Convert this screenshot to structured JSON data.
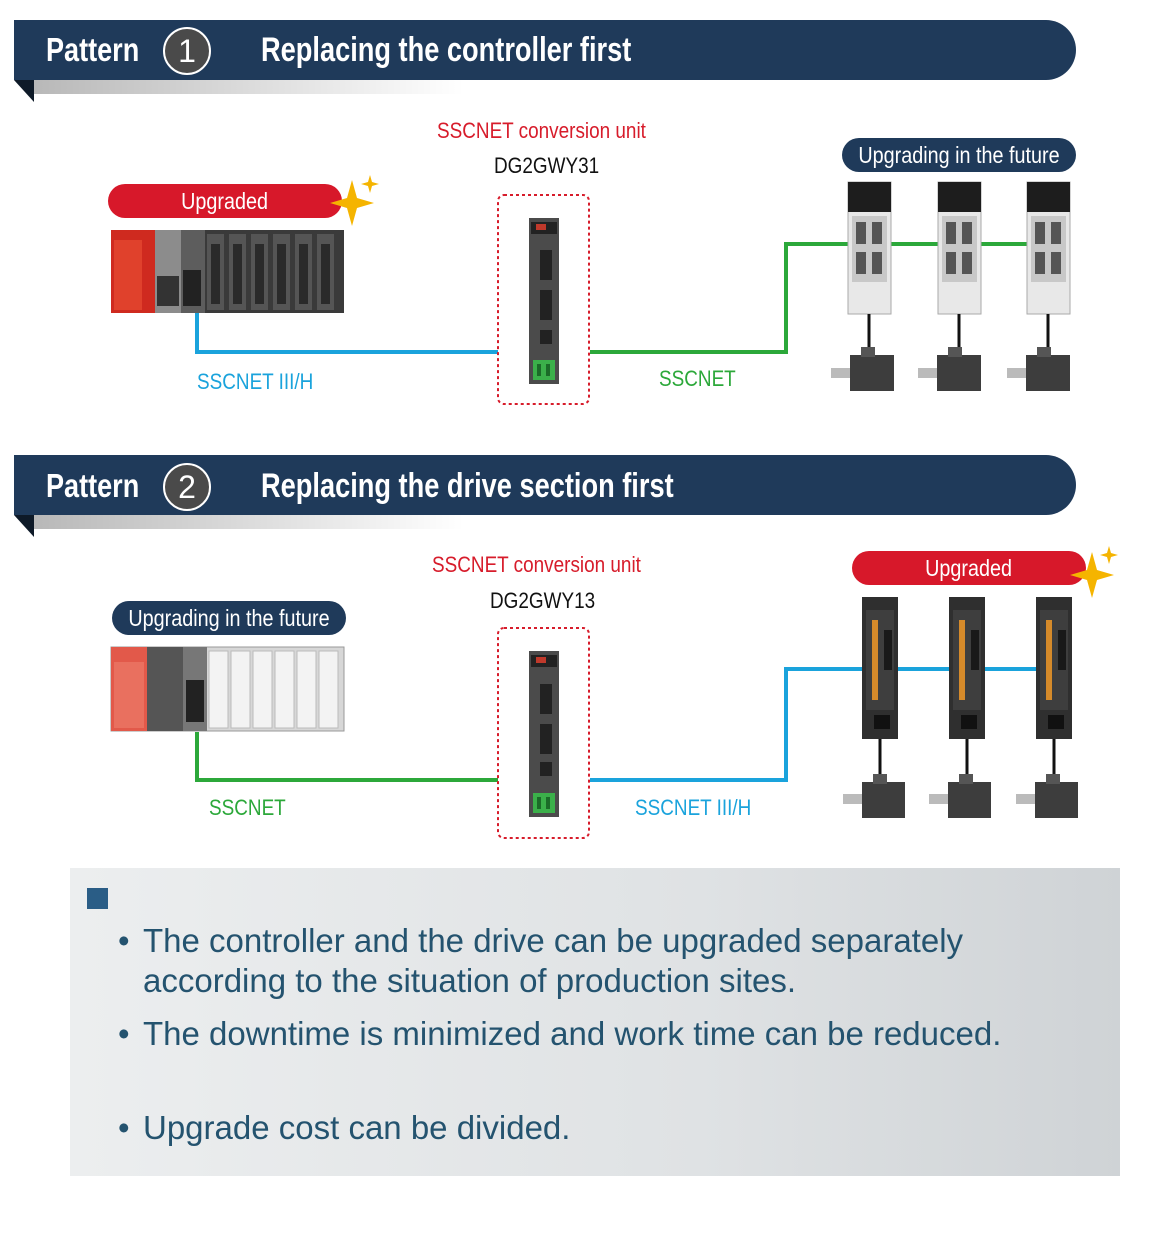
{
  "pattern1": {
    "word": "Pattern",
    "number": "1",
    "title": "Replacing the controller first",
    "unit_label": "SSCNET conversion unit",
    "unit_model": "DG2GWY31",
    "controller_badge": "Upgraded",
    "drives_badge": "Upgrading in the future",
    "left_link": "SSCNET III/H",
    "right_link": "SSCNET"
  },
  "pattern2": {
    "word": "Pattern",
    "number": "2",
    "title": "Replacing the drive section first",
    "unit_label": "SSCNET conversion unit",
    "unit_model": "DG2GWY13",
    "controller_badge": "Upgrading in the future",
    "drives_badge": "Upgraded",
    "left_link": "SSCNET",
    "right_link": "SSCNET III/H"
  },
  "benefits": [
    "The controller and the drive can be upgraded separately according to the situation of production sites.",
    "The downtime is minimized and work time can be reduced.",
    "Upgrade cost can be divided."
  ],
  "colors": {
    "navy": "#1f3a5a",
    "red": "#d7182a",
    "sscnet3h_blue": "#1aa3dc",
    "sscnet_green": "#2ca83a",
    "bullet_text": "#24536f"
  }
}
